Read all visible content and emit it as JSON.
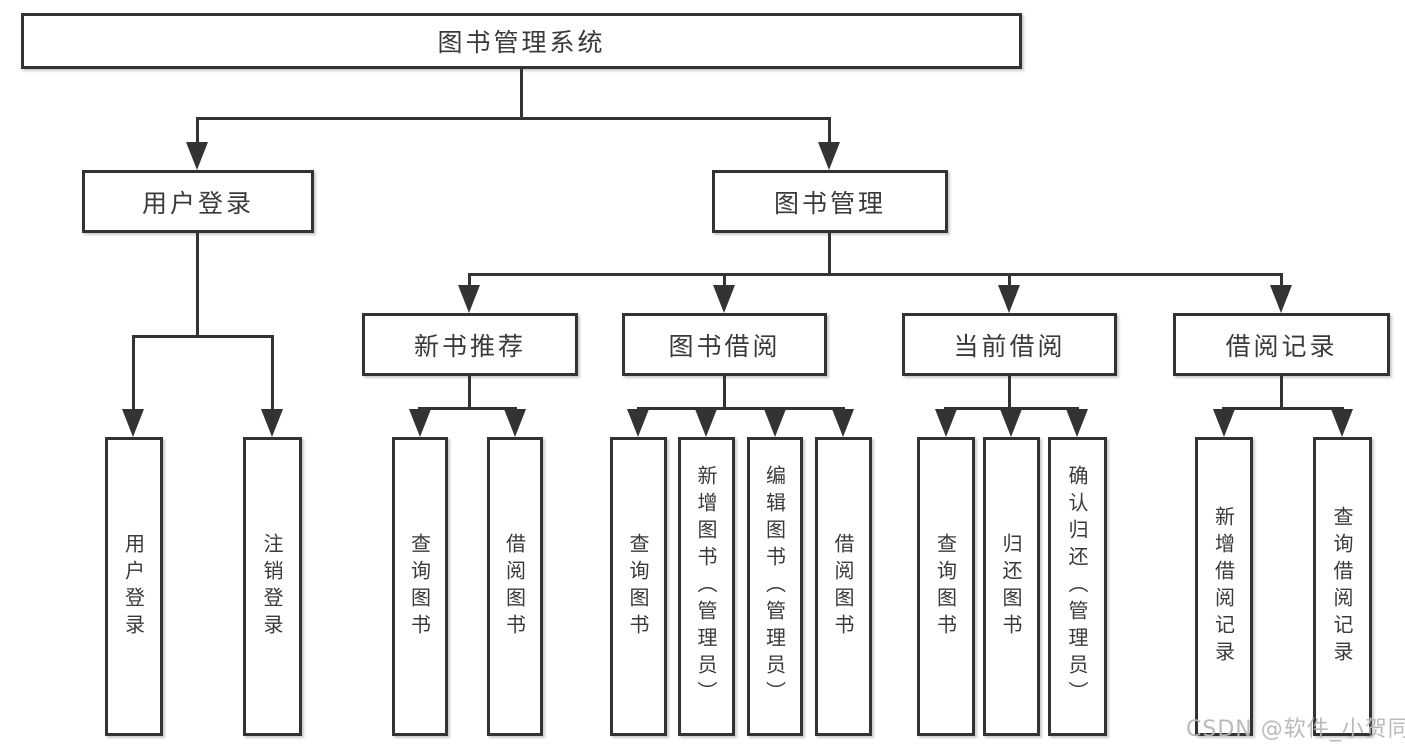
{
  "colors": {
    "line": "#333333",
    "text": "#3a3a3a",
    "background": "#ffffff",
    "watermark": "#bab4b4"
  },
  "nodes": {
    "root": "图书管理系统",
    "user_login": "用户登录",
    "book_management": "图书管理",
    "user_login_children": [
      "用户登录",
      "注销登录"
    ],
    "branches": [
      {
        "label": "新书推荐",
        "children": [
          "查询图书",
          "借阅图书"
        ]
      },
      {
        "label": "图书借阅",
        "children": [
          "查询图书",
          "新增图书（管理员）",
          "编辑图书（管理员）",
          "借阅图书"
        ]
      },
      {
        "label": "当前借阅",
        "children": [
          "查询图书",
          "归还图书",
          "确认归还（管理员）"
        ]
      },
      {
        "label": "借阅记录",
        "children": [
          "新增借阅记录",
          "查询借阅记录"
        ]
      }
    ]
  },
  "watermark": "CSDN @软件_小贺同学"
}
